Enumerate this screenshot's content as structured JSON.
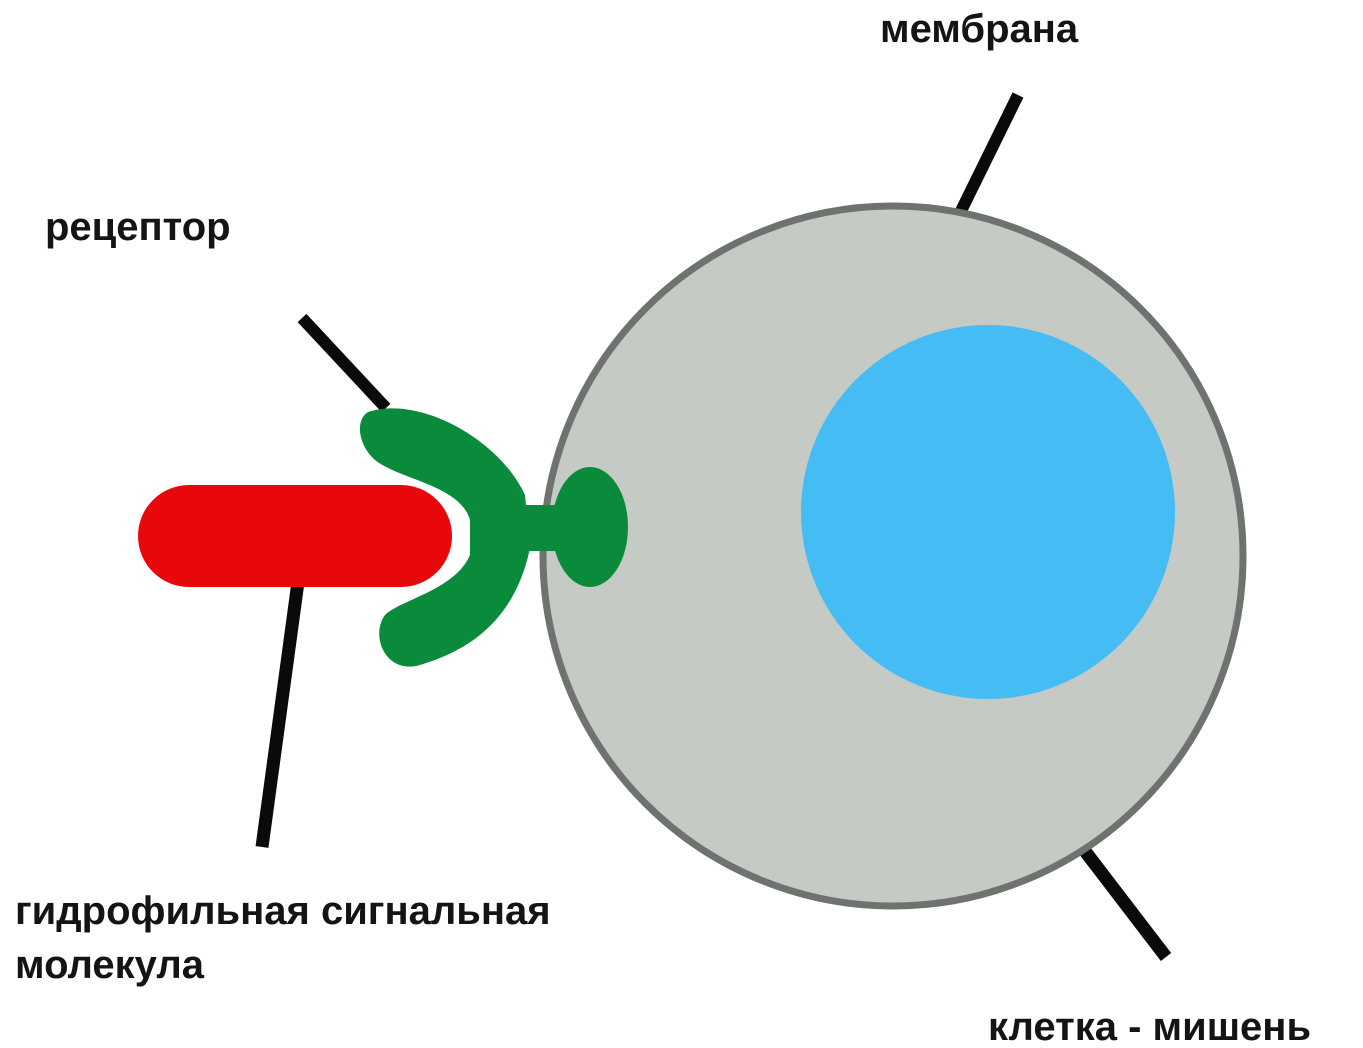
{
  "labels": {
    "membrane": "мембрана",
    "receptor": "рецептор",
    "molecule_line1": "гидрофильная сигнальная",
    "molecule_line2": "молекула",
    "target_cell": "клетка - мишень"
  },
  "colors": {
    "cytoplasm": "#c6cac5",
    "membrane": "#6f7370",
    "nucleus": "#46bcf4",
    "receptor": "#098b3b",
    "signal_molecule": "#e8080b",
    "leader_lines": "#0a0a0a"
  }
}
